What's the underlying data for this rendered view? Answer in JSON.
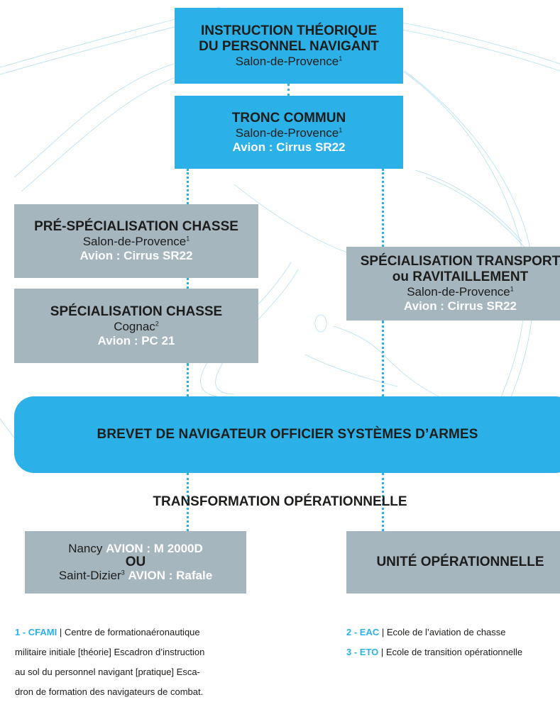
{
  "boxes": {
    "instruction": {
      "title_1": "INSTRUCTION THÉORIQUE",
      "title_2": "DU PERSONNEL NAVIGANT",
      "location": "Salon-de-Provence",
      "note": "1"
    },
    "tronc": {
      "title": "TRONC COMMUN",
      "location": "Salon-de-Provence",
      "note": "1",
      "plane": "Avion : Cirrus SR22"
    },
    "pre_spec": {
      "title": "PRÉ-SPÉCIALISATION CHASSE",
      "location": "Salon-de-Provence",
      "note": "1",
      "plane": "Avion : Cirrus SR22"
    },
    "spec_chasse": {
      "title": "SPÉCIALISATION CHASSE",
      "location": "Cognac",
      "note": "2",
      "plane": "Avion : PC 21"
    },
    "spec_transport": {
      "title_1": "SPÉCIALISATION TRANSPORT",
      "title_2": "ou RAVITAILLEMENT",
      "location": "Salon-de-Provence",
      "note": "1",
      "plane": "Avion : Cirrus SR22"
    },
    "nancy": {
      "city_1": "Nancy",
      "plane_1": "AVION : M 2000D",
      "or": "OU",
      "city_2": "Saint-Dizier",
      "note": "3",
      "plane_2": "AVION : Rafale"
    },
    "unite": {
      "title": "UNITÉ OPÉRATIONNELLE"
    }
  },
  "banner": {
    "label": "BREVET DE NAVIGATEUR OFFICIER SYSTÈMES D’ARMES"
  },
  "transformation": {
    "label": "TRANSFORMATION OPÉRATIONNELLE"
  },
  "footnotes": {
    "left": {
      "code": "1 - CFAMI",
      "sep": " | ",
      "lines": [
        "Centre de formationaéronautique",
        "militaire initiale [théorie] Escadron d’instruction",
        "au sol du personnel navigant [pratique] Esca-",
        "dron de formation des navigateurs de combat."
      ]
    },
    "right": [
      {
        "code": "2 - EAC",
        "sep": " | ",
        "text": "Ecole de l’aviation de chasse"
      },
      {
        "code": "3 - ETO",
        "sep": " | ",
        "text": "Ecole de transition opérationnelle"
      }
    ]
  },
  "colors": {
    "blue": "#2bb1e8",
    "grey": "#a5b6be"
  }
}
